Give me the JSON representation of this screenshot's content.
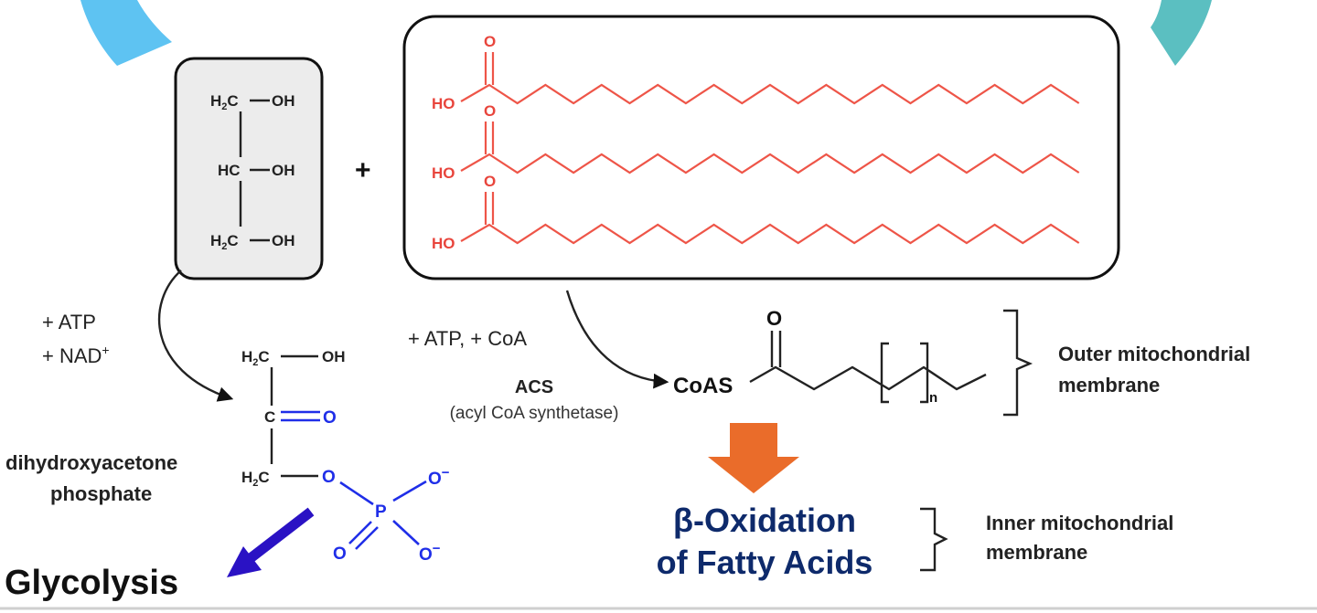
{
  "glycerol": {
    "rows": [
      {
        "left": "H",
        "left_sub": "2",
        "center": "C",
        "right": "OH"
      },
      {
        "left": "H",
        "left_sub": "",
        "center": "C",
        "right": "OH"
      },
      {
        "left": "H",
        "left_sub": "2",
        "center": "C",
        "right": "OH"
      }
    ]
  },
  "plus_sign": "+",
  "fatty_acids": {
    "head_label": "HO",
    "carbonyl_label": "O",
    "count": 3
  },
  "glycerol_step": {
    "reagent_1": "+ ATP",
    "reagent_2": "+ NAD",
    "reagent_2_sup": "+"
  },
  "dhap": {
    "top_left": "H",
    "top_left_sub": "2",
    "top_c": "C",
    "top_right": "OH",
    "mid_c": "C",
    "mid_o": "O",
    "bot_left": "H",
    "bot_left_sub": "2",
    "bot_c": "C",
    "bot_o": "O",
    "p": "P",
    "o_minus_1": "O",
    "o_minus_2": "O",
    "o_double": "O",
    "charge": "−",
    "name_line_1": "dihydroxyacetone",
    "name_line_2": "phosphate"
  },
  "glycolysis_label": "Glycolysis",
  "acs_step": {
    "reagents": "+ ATP, + CoA",
    "enzyme": "ACS",
    "enzyme_full": "(acyl CoA synthetase)"
  },
  "acyl_coa": {
    "coas_label": "CoAS",
    "carbonyl_o": "O",
    "repeat_sub": "n"
  },
  "outer_membrane": {
    "line_1": "Outer mitochondrial",
    "line_2": "membrane"
  },
  "beta_oxidation": {
    "line_1": "β-Oxidation",
    "line_2": "of Fatty Acids"
  },
  "inner_membrane": {
    "line_1": "Inner mitochondrial",
    "line_2": "membrane"
  },
  "colors": {
    "fatty_acid": "#ee5548",
    "phosphate": "#1f2ee8",
    "big_arrow": "#ea6c2a",
    "glycolysis_arrow": "#2a12c4",
    "beta_text": "#0e2a6b",
    "corner_left": "#5ec3f2",
    "corner_right": "#5bbfc1",
    "glycerol_box": "#ececec"
  }
}
